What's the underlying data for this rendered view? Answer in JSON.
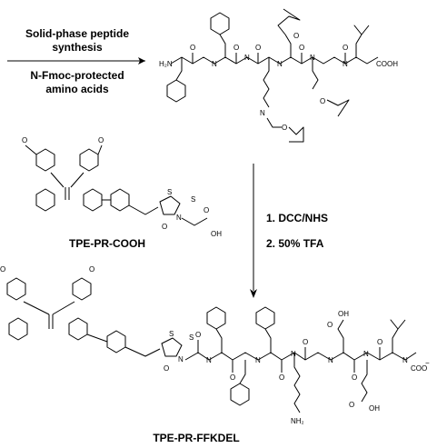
{
  "synthesis": {
    "line1": "Solid-phase peptide",
    "line2": "synthesis",
    "reagent1": "N-Fmoc-protected",
    "reagent2": "amino acids"
  },
  "conditions": {
    "step1": "1. DCC/NHS",
    "step2": "2. 50% TFA"
  },
  "compounds": {
    "precursor": "TPE-PR-COOH",
    "product": "TPE-PR-FFKDEL"
  },
  "atoms": {
    "h2n": "H₂N",
    "nh": "N",
    "h": "H",
    "o": "O",
    "s": "S",
    "n": "N",
    "oh": "OH",
    "cooh": "COOH",
    "coo": "COO",
    "nh2": "NH₂",
    "minus": "−"
  }
}
